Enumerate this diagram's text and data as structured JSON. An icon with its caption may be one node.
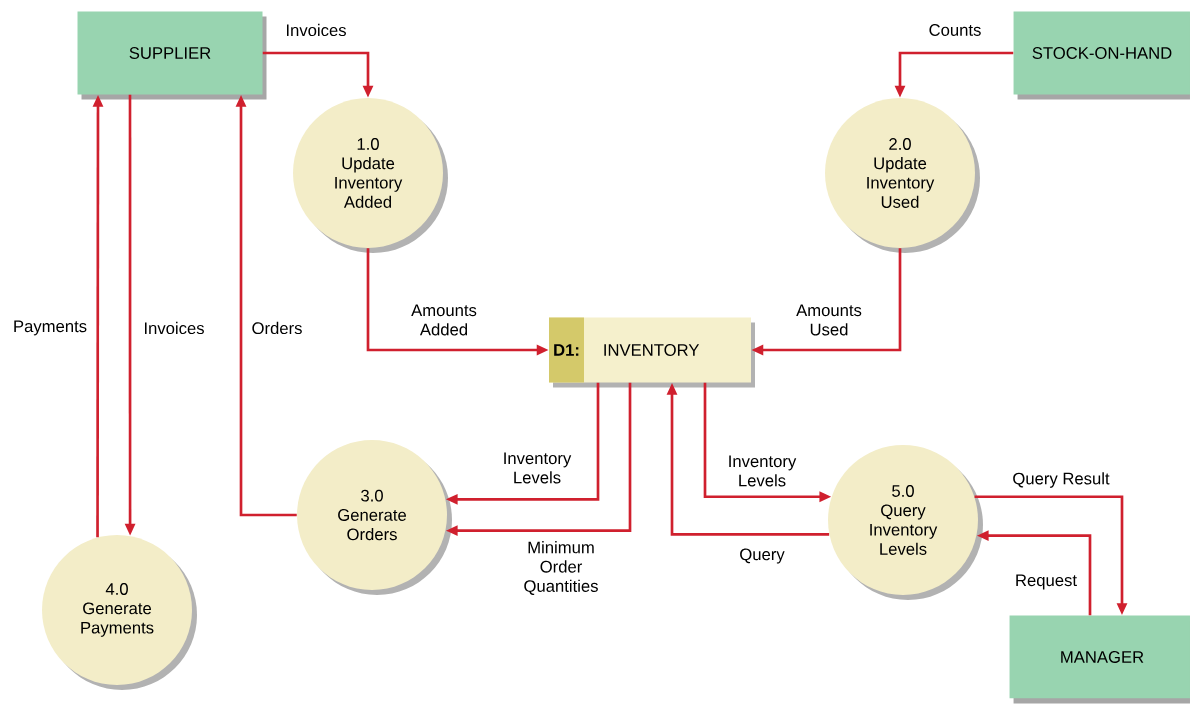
{
  "diagram": {
    "nodes": [
      {
        "text": [
          "SUPPLIER"
        ]
      },
      {
        "text": [
          "STOCK-ON-HAND"
        ]
      },
      {
        "text": [
          "1.0",
          "Update Inventory Added"
        ]
      },
      {
        "text": [
          "2.0",
          "Update Inventory Used"
        ]
      },
      {
        "text": [
          "D1:",
          "INVENTORY"
        ]
      },
      {
        "text": [
          "3.0",
          "Generate Orders"
        ]
      },
      {
        "text": [
          "5.0",
          "Query Inventory Levels"
        ]
      },
      {
        "text": [
          "4.0",
          "Generate Payments"
        ]
      },
      {
        "text": [
          "MANAGER"
        ]
      }
    ],
    "edges": [
      {
        "from": 0,
        "to": 2,
        "arrow": "to",
        "label": "Invoices"
      },
      {
        "from": 1,
        "to": 3,
        "arrow": "to",
        "label": "Counts"
      },
      {
        "from": 2,
        "to": 4,
        "arrow": "to",
        "label": "Amounts Added"
      },
      {
        "from": 3,
        "to": 4,
        "arrow": "to",
        "label": "Amounts Used"
      },
      {
        "from": 4,
        "to": 5,
        "arrow": "to",
        "label": "Inventory Levels"
      },
      {
        "from": 4,
        "to": 5,
        "arrow": "to",
        "label": "Minimum Order Quantities"
      },
      {
        "from": 5,
        "to": 0,
        "arrow": "to",
        "label": "Orders"
      },
      {
        "from": 0,
        "to": 7,
        "arrow": "to",
        "label": "Invoices"
      },
      {
        "from": 7,
        "to": 0,
        "arrow": "to",
        "label": "Payments"
      },
      {
        "from": 4,
        "to": 6,
        "arrow": "to",
        "label": "Inventory Levels"
      },
      {
        "from": 6,
        "to": 4,
        "arrow": "to",
        "label": "Query"
      },
      {
        "from": 6,
        "to": 8,
        "arrow": "to",
        "label": "Query Result"
      },
      {
        "from": 8,
        "to": 6,
        "arrow": "to",
        "label": "Request"
      }
    ]
  }
}
